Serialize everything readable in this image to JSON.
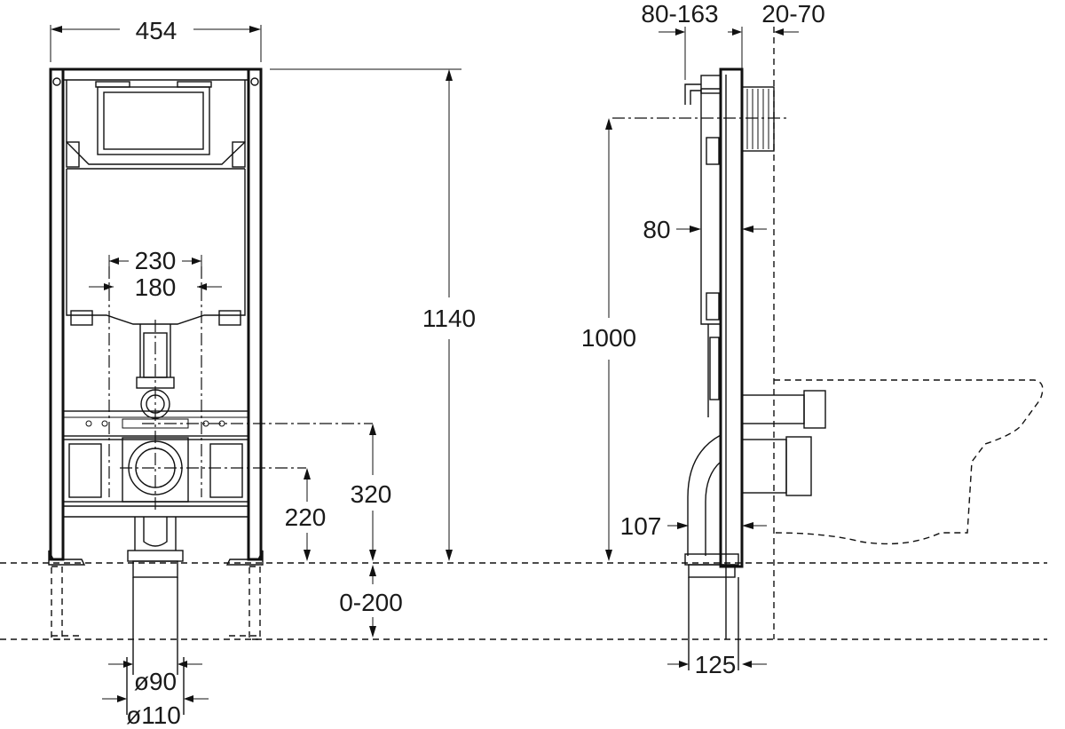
{
  "front_view": {
    "frame_width": "454",
    "frame_height": "1140",
    "bolt_spacing_outer": "230",
    "bolt_spacing_inner": "180",
    "drain_height": "220",
    "inlet_height": "320",
    "floor_adjust": "0-200",
    "pipe_diameter_small": "ø90",
    "pipe_diameter_large": "ø110"
  },
  "side_view": {
    "wall_offset": "80-163",
    "tile_thickness": "20-70",
    "frame_depth": "80",
    "button_height": "1000",
    "outlet_depth": "107",
    "pipe_offset": "125"
  }
}
